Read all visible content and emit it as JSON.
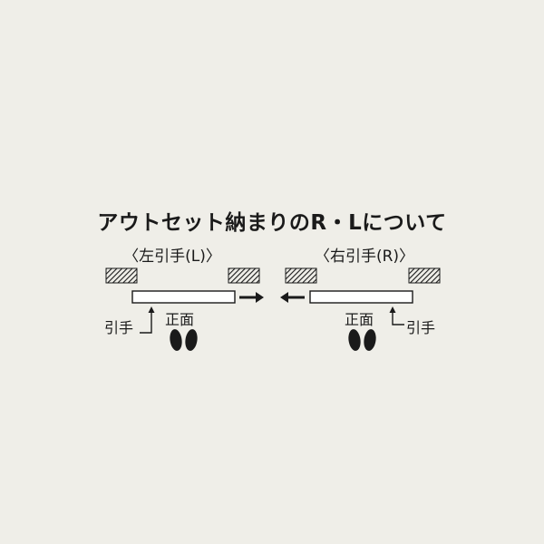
{
  "title": "アウトセット納まりのR・Lについて",
  "left_diagram": {
    "heading": "〈左引手(L)〉",
    "handle_label": "引手",
    "front_label": "正面"
  },
  "right_diagram": {
    "heading": "〈右引手(R)〉",
    "handle_label": "引手",
    "front_label": "正面"
  },
  "colors": {
    "background": "#efeee8",
    "ink": "#1a1a1a",
    "door_fill": "#ffffff"
  }
}
